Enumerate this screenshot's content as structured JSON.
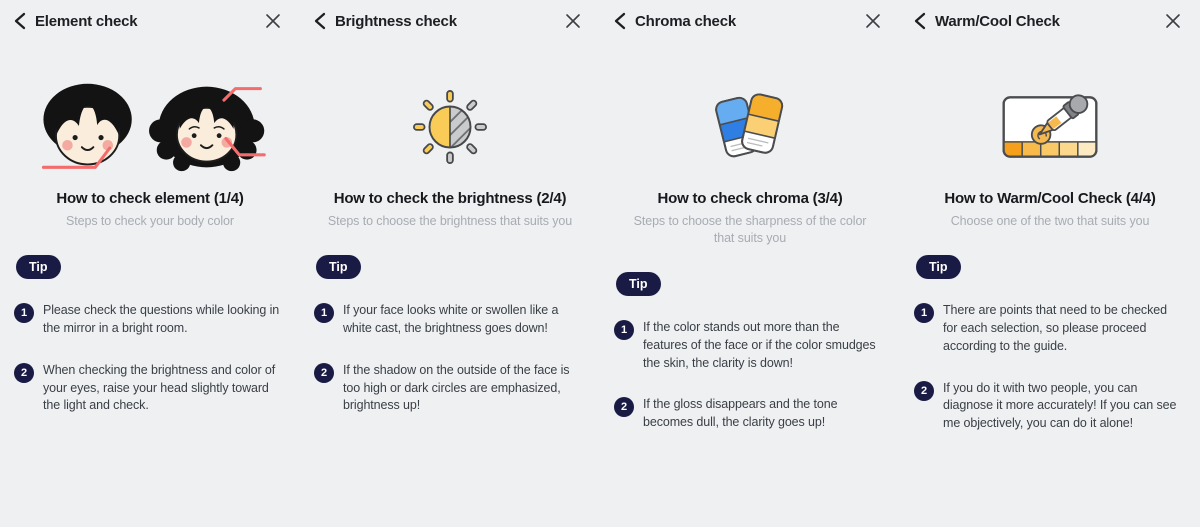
{
  "app": {
    "background_color": "#EEF0F2",
    "accent_navy": "#1A1B45",
    "callout_red": "#F56C6C",
    "sun_yellow": "#F9CC57",
    "card_blue": "#2E7EE4",
    "card_orange": "#F6AE2D",
    "back_icon": "chevron-left",
    "close_icon": "x"
  },
  "panels": [
    {
      "header": "Element check",
      "illustration": "faces-illustration",
      "title": "How to check element (1/4)",
      "subtitle": "Steps to check your body color",
      "tip_label": "Tip",
      "tips": [
        {
          "num": "1",
          "text": "Please check the questions while looking in the mirror in a bright room."
        },
        {
          "num": "2",
          "text": "When checking the brightness and color of your eyes, raise your head slightly toward the light and check."
        }
      ]
    },
    {
      "header": "Brightness check",
      "illustration": "brightness-sun-icon",
      "title": "How to check the brightness (2/4)",
      "subtitle": "Steps to choose the brightness that suits you",
      "tip_label": "Tip",
      "tips": [
        {
          "num": "1",
          "text": "If your face looks white or swollen like a white cast, the brightness goes down!"
        },
        {
          "num": "2",
          "text": "If the shadow on the outside of the face is too high or dark circles are emphasized, brightness up!"
        }
      ]
    },
    {
      "header": "Chroma check",
      "illustration": "chroma-swatches-icon",
      "title": "How to check chroma (3/4)",
      "subtitle": "Steps to choose the sharpness of the color that suits you",
      "tip_label": "Tip",
      "tips": [
        {
          "num": "1",
          "text": "If the color stands out more than the features of the face or if the color smudges the skin, the clarity is down!"
        },
        {
          "num": "2",
          "text": "If the gloss disappears and the tone becomes dull, the clarity goes up!"
        }
      ]
    },
    {
      "header": "Warm/Cool Check",
      "illustration": "warmcool-dropper-icon",
      "title": "How to Warm/Cool Check (4/4)",
      "subtitle": "Choose one of the two that suits you",
      "tip_label": "Tip",
      "tips": [
        {
          "num": "1",
          "text": "There are points that need to be checked for each selection, so please proceed according to the guide."
        },
        {
          "num": "2",
          "text": "If you do it with two people, you can diagnose it more accurately! If you can see me objectively, you can do it alone!"
        }
      ]
    }
  ]
}
